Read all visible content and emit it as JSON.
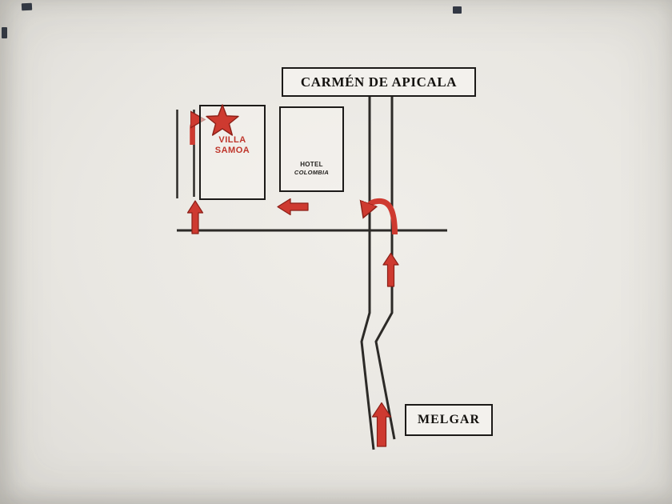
{
  "map": {
    "town_label": "CARMÉN DE APICALA",
    "villa_name_line1": "VILLA",
    "villa_name_line2": "SAMOA",
    "hotel_name_line1": "HOTEL",
    "hotel_name_line2": "COLOMBIA",
    "origin_label": "MELGAR"
  },
  "colors": {
    "arrow-red": "#ce3a30",
    "arrow-dark": "#8c1f17",
    "road": "#2c2a27",
    "box-border": "#1c1a18",
    "villa-text": "#bf352b"
  }
}
